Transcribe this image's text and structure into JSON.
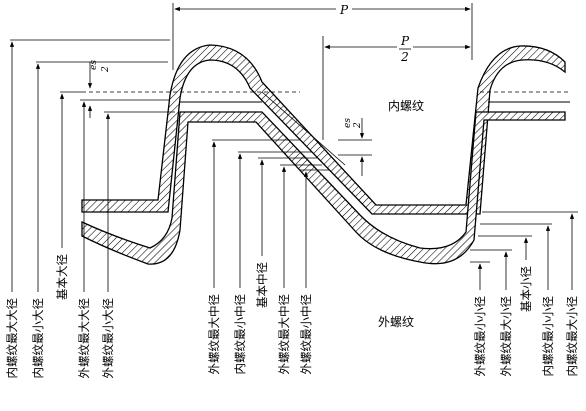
{
  "pitch": {
    "symbol": "P",
    "half_numerator": "P",
    "half_denominator": "2"
  },
  "tolerance": {
    "left_num": "es",
    "left_den": "2",
    "right_num": "es",
    "right_den": "2"
  },
  "regions": {
    "internal_thread": "内螺纹",
    "external_thread": "外螺纹"
  },
  "left_labels": [
    "内螺纹最大大径",
    "内螺纹最小大径",
    "基本大径",
    "外螺纹最大大径",
    "外螺纹最小大径"
  ],
  "center_labels": [
    "外螺纹最大中径",
    "内螺纹最小中径",
    "基本中径",
    "外螺纹最大中径",
    "外螺纹最小中径"
  ],
  "right_labels": [
    "外螺纹最小小径",
    "外螺纹最大小径",
    "基本小径",
    "内螺纹最小小径",
    "内螺纹最大小径"
  ]
}
